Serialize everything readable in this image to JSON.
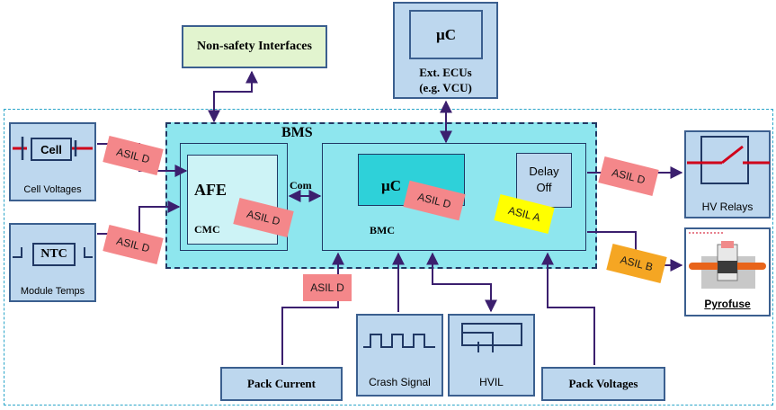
{
  "colors": {
    "box_fill": "#bdd7ee",
    "box_border": "#3b5f8f",
    "bms_fill": "#8ee6ee",
    "afe_fill": "#cdf3f6",
    "uc_fill": "#2ed1d9",
    "non_safety_fill": "#e2f4cf",
    "asil_d": "#f4878a",
    "asil_a": "#ffff00",
    "asil_b": "#f5a623",
    "wire": "#3b1f6e",
    "dashed_outer": "#2aa5c9"
  },
  "diagram": {
    "non_safety": "Non-safety Interfaces",
    "ext_ecu": {
      "uc": "µC",
      "label_line1": "Ext. ECUs",
      "label_line2": "(e.g. VCU)"
    },
    "bms": {
      "title": "BMS",
      "com": "Com"
    },
    "cmc": {
      "label": "CMC",
      "afe": "AFE"
    },
    "bmc": {
      "label": "BMC",
      "uc": "µC",
      "delay_line1": "Delay",
      "delay_line2": "Off"
    },
    "cell": {
      "symbol": "Cell",
      "label": "Cell Voltages"
    },
    "ntc": {
      "symbol": "NTC",
      "label": "Module Temps"
    },
    "hv_relays": "HV Relays",
    "pyrofuse": "Pyrofuse",
    "pack_current": "Pack Current",
    "crash_signal": "Crash Signal",
    "hvil": "HVIL",
    "pack_voltages": "Pack Voltages",
    "asil": {
      "cell": "ASIL D",
      "ntc": "ASIL D",
      "afe": "ASIL D",
      "uc": "ASIL D",
      "delay": "ASIL A",
      "relays": "ASIL D",
      "pyro": "ASIL B",
      "current": "ASIL D"
    }
  }
}
